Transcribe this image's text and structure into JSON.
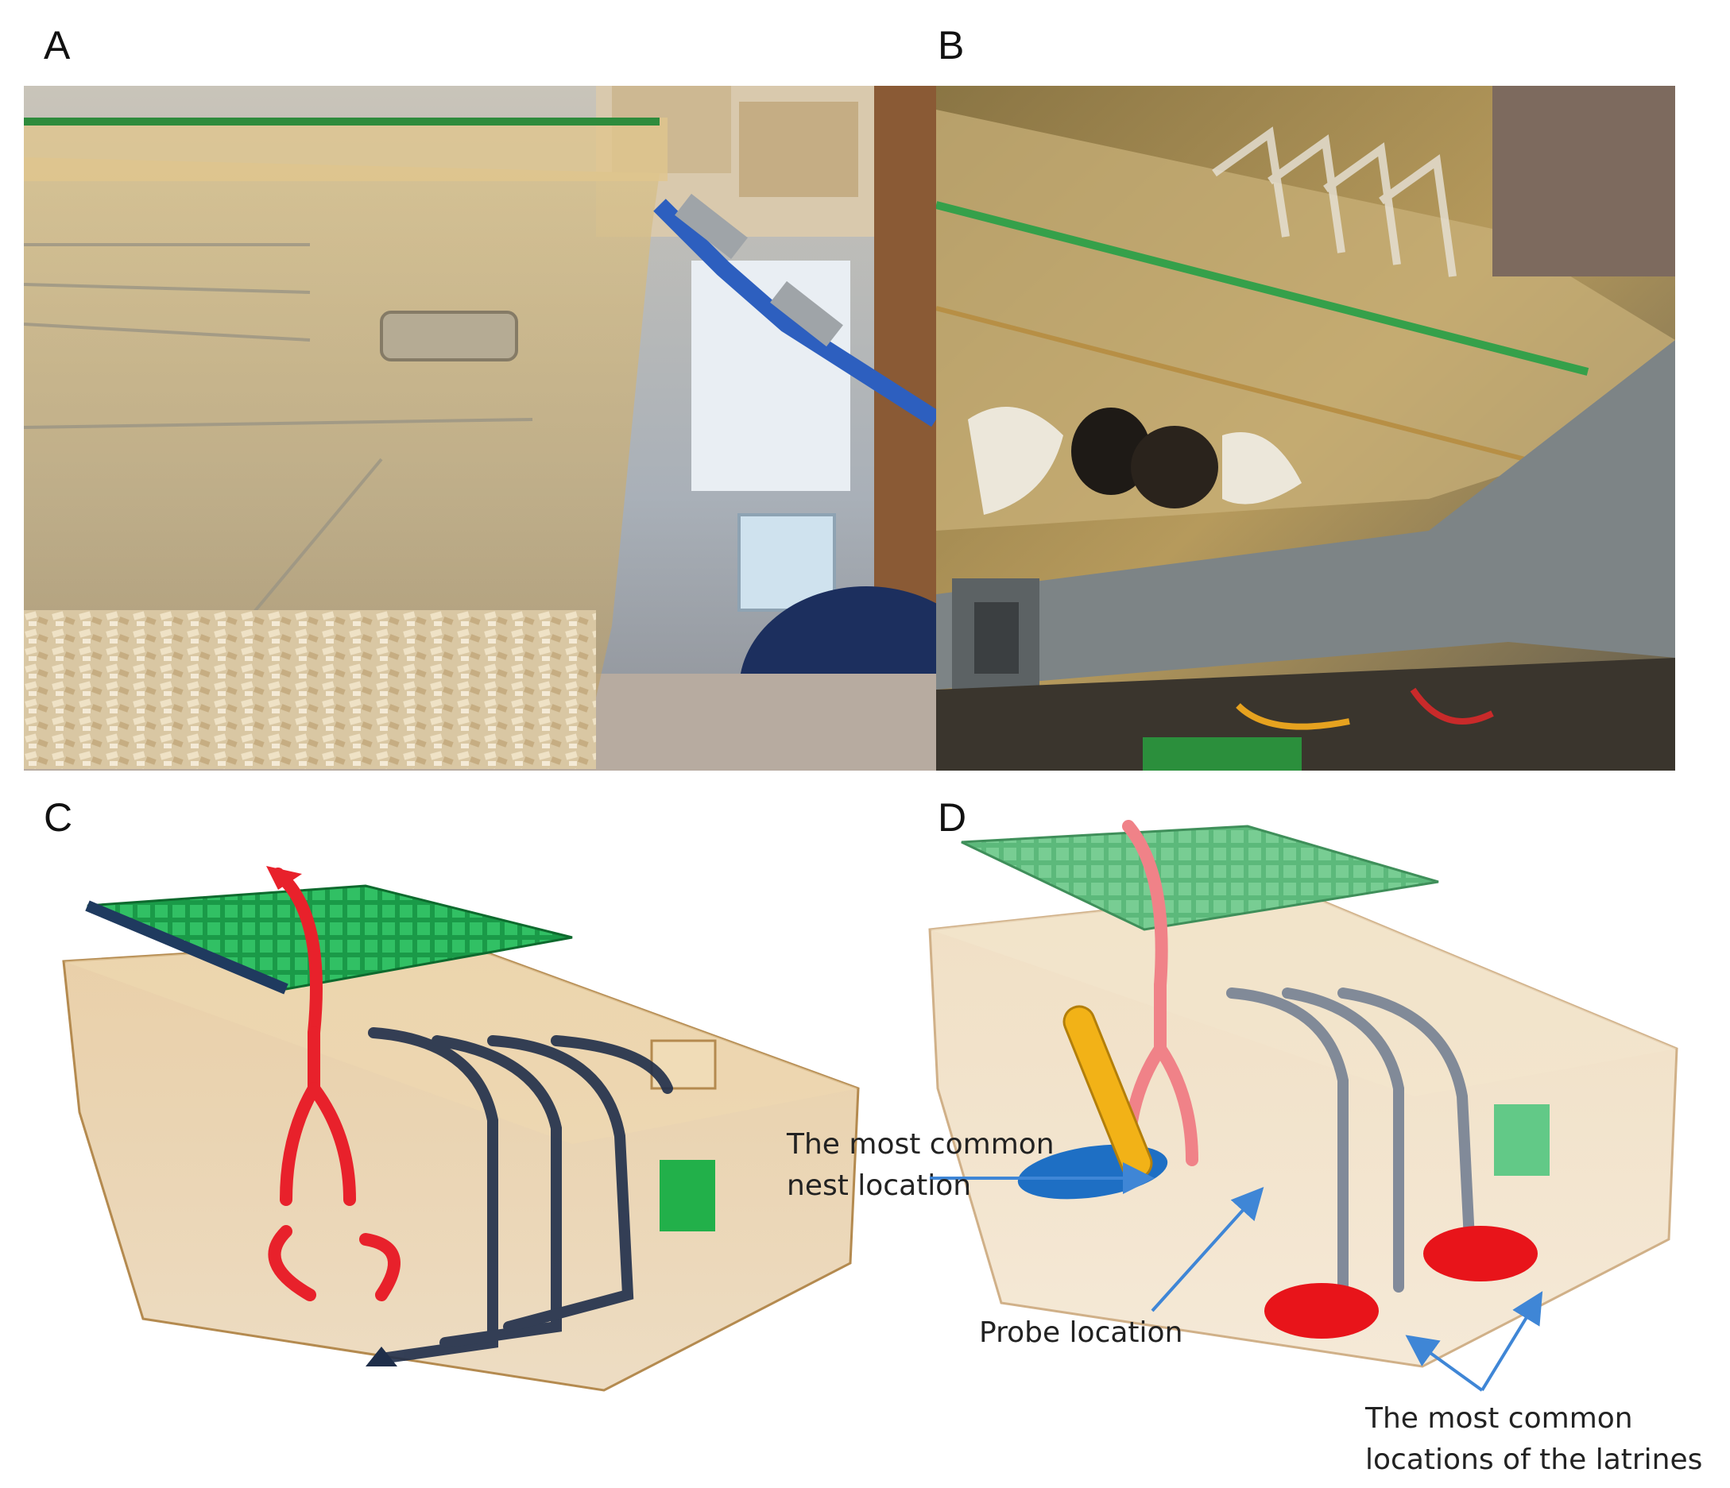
{
  "panels": {
    "a": {
      "label": "A"
    },
    "b": {
      "label": "B"
    },
    "c": {
      "label": "C"
    },
    "d": {
      "label": "D"
    }
  },
  "annotations": {
    "nest_line1": "The most common",
    "nest_line2": "nest location",
    "probe": "Probe location",
    "latrines_line1": "The most common",
    "latrines_line2": "locations of the latrines"
  },
  "colors": {
    "airflow_in": "#e8212b",
    "airflow_out": "#1f3a5f",
    "lid_grid": "#1faa4a",
    "cage_tint": "#e8c9a0",
    "nest_marker": "#1e6fc4",
    "probe_marker": "#f2b217",
    "latrine_marker": "#e8141a",
    "pointer_arrow": "#3f86d6"
  }
}
